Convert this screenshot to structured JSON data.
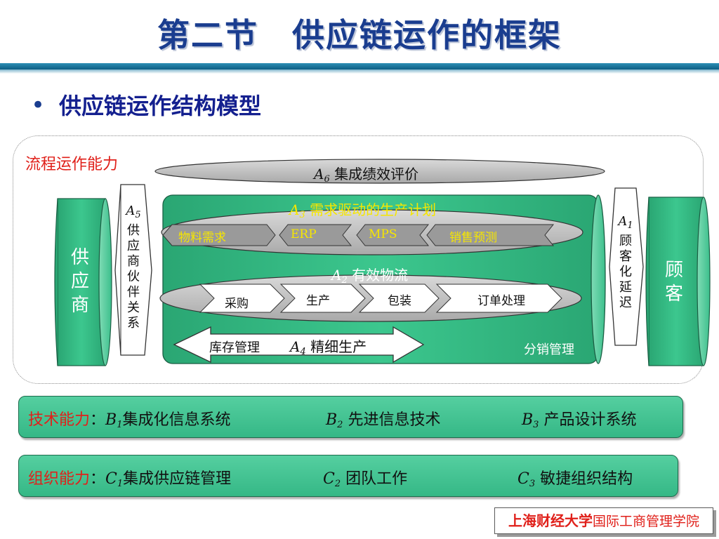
{
  "title": "第二节　供应链运作的框架",
  "bullet": "供应链运作结构模型",
  "process_label": "流程运作能力",
  "supplier": [
    "供",
    "应",
    "商"
  ],
  "customer": [
    "顾",
    "客"
  ],
  "a5": {
    "code": "A",
    "sub": "5",
    "chars": [
      "供",
      "应",
      "商",
      "伙",
      "伴",
      "关",
      "系"
    ]
  },
  "a1": {
    "code": "A",
    "sub": "1",
    "chars": [
      "顾",
      "客",
      "化",
      "延",
      "迟"
    ]
  },
  "a6": {
    "code": "A",
    "sub": "6",
    "label": "集成绩效评价"
  },
  "a3": {
    "code": "A",
    "sub": "3",
    "label": "需求驱动的生产计划",
    "steps": [
      "物料需求",
      "ERP",
      "MPS",
      "销售预测"
    ]
  },
  "a2": {
    "code": "A",
    "sub": "2",
    "label": "有效物流",
    "steps": [
      "采购",
      "生产",
      "包装",
      "订单处理"
    ]
  },
  "a4": {
    "left_label": "库存管理",
    "code": "A",
    "sub": "4",
    "label": "精细生产"
  },
  "distribution": "分销管理",
  "tech": {
    "label": "技术能力",
    "colon": "：",
    "items": [
      {
        "code": "B",
        "sub": "1",
        "text": "集成化信息系统"
      },
      {
        "code": "B",
        "sub": "2",
        "text": "先进信息技术"
      },
      {
        "code": "B",
        "sub": "3",
        "text": "产品设计系统"
      }
    ]
  },
  "org": {
    "label": "组织能力",
    "colon": "：",
    "items": [
      {
        "code": "C",
        "sub": "1",
        "text": "集成供应链管理"
      },
      {
        "code": "C",
        "sub": "2",
        "text": "团队工作"
      },
      {
        "code": "C",
        "sub": "3",
        "text": "敏捷组织结构"
      }
    ]
  },
  "footer": {
    "bold": "上海财经大学",
    "rest": "国际工商管理学院"
  },
  "colors": {
    "green": "#3cbf8c",
    "gray": "#bdbdbd",
    "red": "#e0201a",
    "navy": "#1a3d8f",
    "yellow": "#f6e600"
  }
}
